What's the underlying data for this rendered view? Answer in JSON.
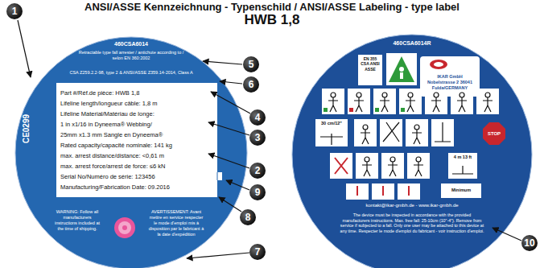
{
  "diagram": {
    "title": "ANSI/ASSE Kennzeichnung - Typenschild / ANSI/ASSE Labeling - type label",
    "nodes": [
      {
        "text": [
          "460CSA6014",
          "Retractable type fall arrester / antichute according to / selon EN 360:2002",
          "CSA Z259.2.2-98, type 2 & ANSI/ASSE Z359.14-2014, Class A",
          "CE0299",
          "WARNING: Follow all manufacturers instructions included at the time of shipping.",
          "AVERTISSEMENT: Avant mettre en service respecter le mode d'emploi mis à disposition par le fabricant à la date d'expédition"
        ]
      },
      {
        "text": [
          "Part #/Réf.de pièce: HWB 1,8",
          "Lifeline length/longueur câble: 1,8 m",
          "Lifeline Material/Matériau de longe:",
          "1 in x1/16 in Dyneema® Webbing/",
          "25mm x1.3 mm Sangle en Dyneema®",
          "Rated capacity/capacité nominale: 141 kg",
          "max. arrest distance/distance: <0,61 m",
          "max. arrest force/arrest de force: ≤6 kN",
          "Serial No/Numéro de série: 123456",
          "Manufacturing/Fabrication Date: 09.2016"
        ],
        "in": 0
      },
      {
        "text": [
          "460CSA6014R",
          "IKAR GmbH Nobelstrasse 2 36041 Fulda/GERMANY",
          "kontakt@ikar-gmbh.de - www.ikar-gmbh.de",
          "The device must be inspected in accordance with the provided manufacturers instructions. Max. free fall: 25-10cm (10\"-4\"). Remove from service if subjected to a fall. Only one user may be attached to this device at any time. Respecter le mode d'emploi du fabricant - voir instruction d'emploi."
        ]
      }
    ],
    "labels": [
      "HWB 1,8",
      "1",
      "5",
      "6",
      "4",
      "3",
      "2",
      "9",
      "8",
      "7",
      "10",
      "EN 355 CSA ANSI ASSE",
      "30 cm/12\"",
      "STOP",
      "4 m 13 ft",
      "Minimum"
    ]
  }
}
